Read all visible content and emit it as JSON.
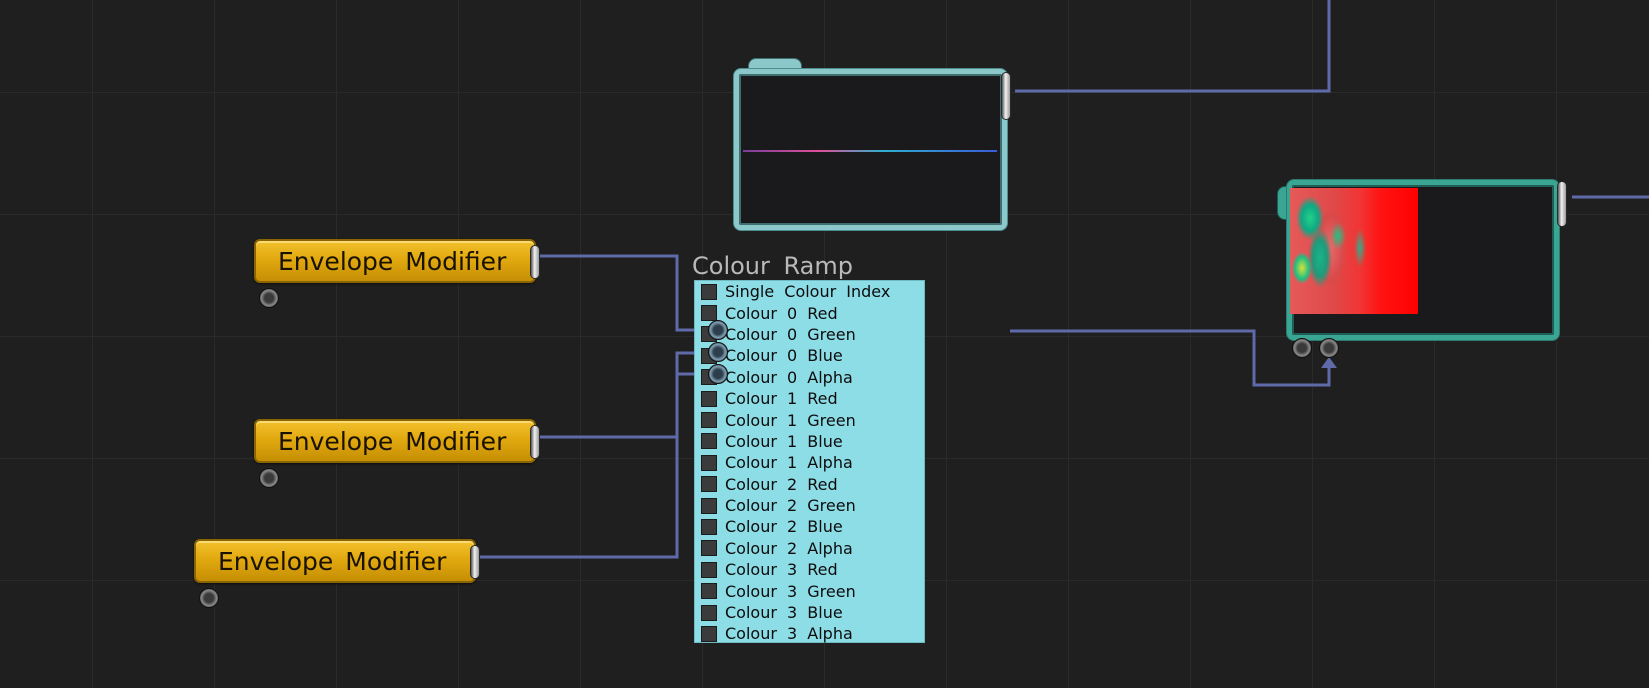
{
  "envelope_modifiers": [
    {
      "label": "Envelope Modifier"
    },
    {
      "label": "Envelope Modifier"
    },
    {
      "label": "Envelope Modifier"
    }
  ],
  "colour_ramp": {
    "title": "Colour Ramp",
    "inputs": [
      "Single Colour Index",
      "Colour 0 Red",
      "Colour 0 Green",
      "Colour 0 Blue",
      "Colour 0 Alpha",
      "Colour 1 Red",
      "Colour 1 Green",
      "Colour 1 Blue",
      "Colour 1 Alpha",
      "Colour 2 Red",
      "Colour 2 Green",
      "Colour 2 Blue",
      "Colour 2 Alpha",
      "Colour 3 Red",
      "Colour 3 Green",
      "Colour 3 Blue",
      "Colour 3 Alpha"
    ]
  },
  "colors": {
    "wire": "#5f6aa8",
    "envelope_node": "#e2a90f",
    "ramp_panel": "#8ddde7",
    "preview_frame": "#8cc7c9",
    "texture_frame": "#3aa592"
  }
}
